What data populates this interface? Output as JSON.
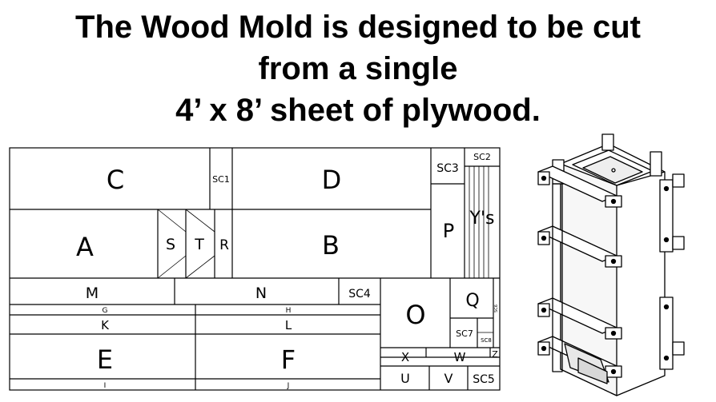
{
  "title_lines": [
    "The Wood Mold is designed to be cut",
    "from a single",
    "4’ x 8’ sheet of plywood."
  ],
  "pieces": {
    "C": "C",
    "SC1": "SC1",
    "D": "D",
    "SC3": "SC3",
    "SC2": "SC2",
    "A": "A",
    "S": "S",
    "T": "T",
    "R": "R",
    "B": "B",
    "P": "P",
    "Ys": "Y's",
    "M": "M",
    "N": "N",
    "SC4": "SC4",
    "O": "O",
    "Q": "Q",
    "G": "G",
    "H": "H",
    "K": "K",
    "L": "L",
    "SC7": "SC7",
    "SC8": "SC8",
    "SC6": "SC6",
    "E": "E",
    "F": "F",
    "X": "X",
    "W": "W",
    "Z": "Z",
    "U": "U",
    "V": "V",
    "SC5": "SC5",
    "I": "I",
    "J": "J"
  }
}
